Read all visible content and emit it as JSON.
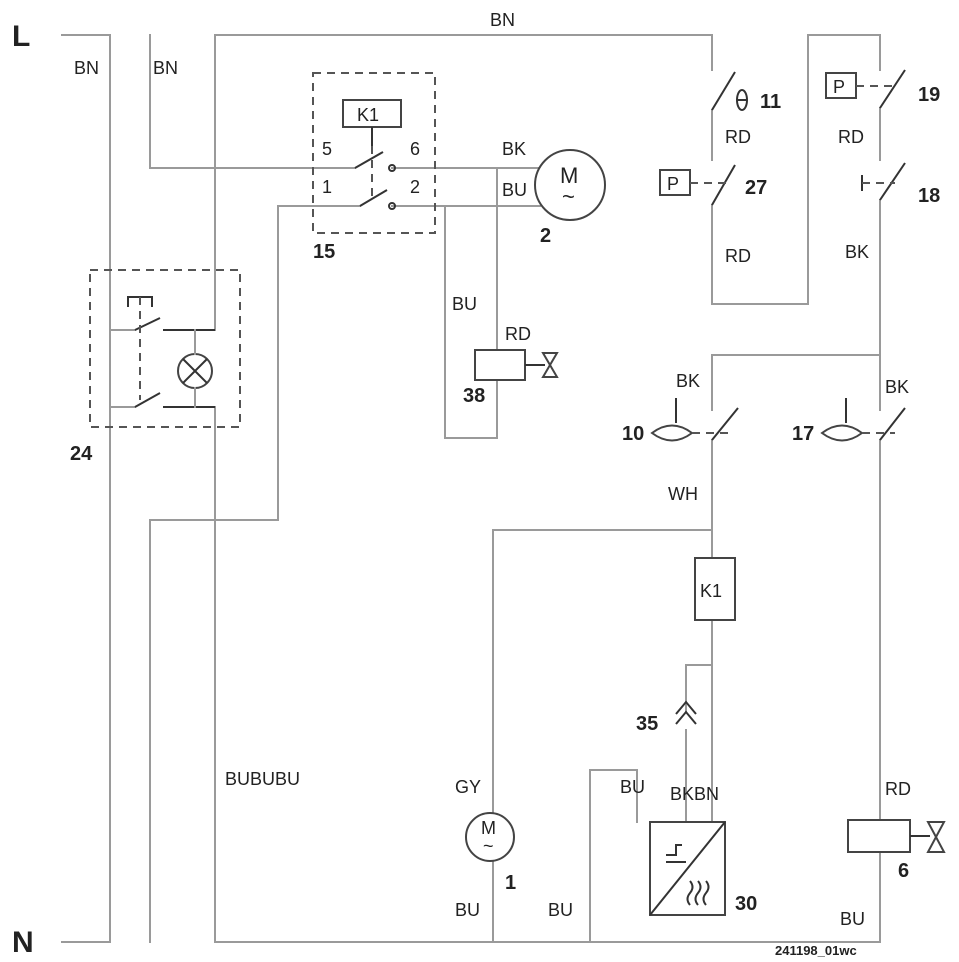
{
  "rails": {
    "line": "L",
    "neutral": "N"
  },
  "wire_colors": {
    "bn_top": "BN",
    "bn_left1": "BN",
    "bn_left2": "BN",
    "bk_motor": "BK",
    "bu_motor": "BU",
    "bu_38": "BU",
    "rd_38": "RD",
    "rd_11": "RD",
    "rd_27": "RD",
    "rd_19": "RD",
    "bk_18": "BK",
    "bk_10": "BK",
    "bk_17": "BK",
    "wh": "WH",
    "bububu": "BUBUBU",
    "gy": "GY",
    "bu_30": "BU",
    "bkbn": "BKBN",
    "rd_6": "RD",
    "bu_m1": "BU",
    "bu_bot": "BU",
    "bu_6": "BU"
  },
  "components": {
    "c1": "1",
    "c2": "2",
    "c6": "6",
    "c10": "10",
    "c11": "11",
    "c15": "15",
    "c17": "17",
    "c18": "18",
    "c19": "19",
    "c24": "24",
    "c27": "27",
    "c30": "30",
    "c35": "35",
    "c38": "38"
  },
  "relay": {
    "label": "K1",
    "coil_label": "K1",
    "t5": "5",
    "t6": "6",
    "t1": "1",
    "t2": "2"
  },
  "motor_symbol": "M",
  "pressure_switch_symbol": "P",
  "drawing_ref": "241198_01wc"
}
